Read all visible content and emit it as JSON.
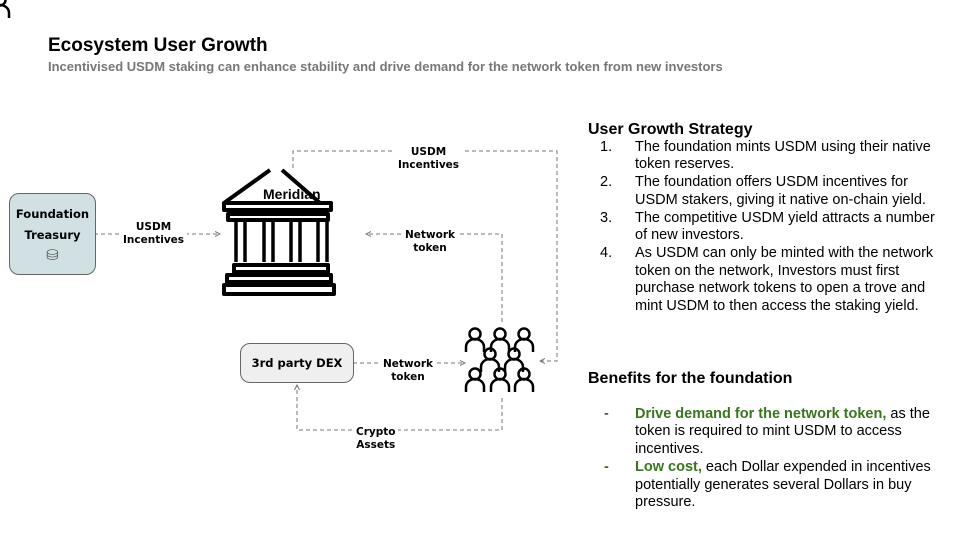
{
  "header": {
    "title": "Ecosystem User Growth",
    "subtitle": "Incentivised USDM staking can enhance stability and drive demand for the network token from new investors"
  },
  "diagram": {
    "treasury": {
      "line1": "Foundation",
      "line2": "Treasury",
      "icon": "coins-icon"
    },
    "meridian": "Meridian",
    "dex": "3rd party DEX",
    "edges": {
      "treasury_to_meridian": [
        "USDM",
        "Incentives"
      ],
      "meridian_to_investors": [
        "USDM",
        "Incentives"
      ],
      "investors_to_meridian": [
        "Network",
        "token"
      ],
      "dex_to_investors": [
        "Network",
        "token"
      ],
      "investors_to_dex": [
        "Crypto",
        "Assets"
      ]
    }
  },
  "strategy": {
    "heading": "User Growth Strategy",
    "items": [
      {
        "num": "1.",
        "text": "The foundation mints USDM using their native token reserves."
      },
      {
        "num": "2.",
        "text": "The foundation offers USDM incentives for USDM stakers, giving it native on-chain yield."
      },
      {
        "num": "3.",
        "text": "The competitive USDM yield attracts a number of new investors."
      },
      {
        "num": "4.",
        "text": "As USDM can only be minted with the network token on the network, Investors must first purchase network tokens to open a trove and mint USDM to then access the staking yield."
      }
    ]
  },
  "benefits": {
    "heading": "Benefits for the foundation",
    "items": [
      {
        "bullet": "-",
        "bold": "Drive demand for the network token,",
        "text": " as the token is required to mint USDM to access incentives."
      },
      {
        "bullet": "-",
        "bold": "Low cost,",
        "text": " each Dollar expended in incentives potentially generates several Dollars in buy pressure."
      }
    ]
  },
  "colors": {
    "accent_green": "#38761d",
    "treasury_fill": "#d0e0e3",
    "dex_fill": "#efefef"
  }
}
